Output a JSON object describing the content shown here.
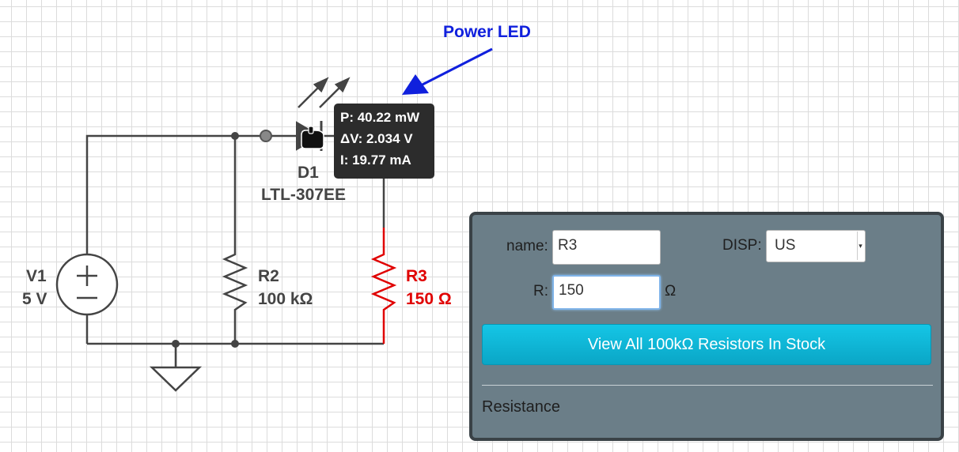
{
  "annotation": {
    "text": "Power LED",
    "color": "#1020dd"
  },
  "components": {
    "v1": {
      "name": "V1",
      "value": "5 V"
    },
    "r2": {
      "name": "R2",
      "value": "100 kΩ"
    },
    "r3": {
      "name": "R3",
      "value": "150 Ω",
      "color": "#e00000"
    },
    "d1": {
      "name": "D1",
      "part": "LTL-307EE"
    }
  },
  "tooltip": {
    "power": "P: 40.22 mW",
    "voltage": "ΔV: 2.034 V",
    "current": "I: 19.77 mA"
  },
  "panel": {
    "name_label": "name:",
    "name_value": "R3",
    "disp_label": "DISP:",
    "disp_value": "US",
    "r_label": "R:",
    "r_value": "150",
    "r_unit": "Ω",
    "button_label": "View All 100kΩ Resistors In Stock",
    "section_label": "Resistance"
  },
  "colors": {
    "wire": "#444444",
    "highlight": "#e00000",
    "panel_bg": "#6b7e88",
    "button": "#12b8d8"
  }
}
